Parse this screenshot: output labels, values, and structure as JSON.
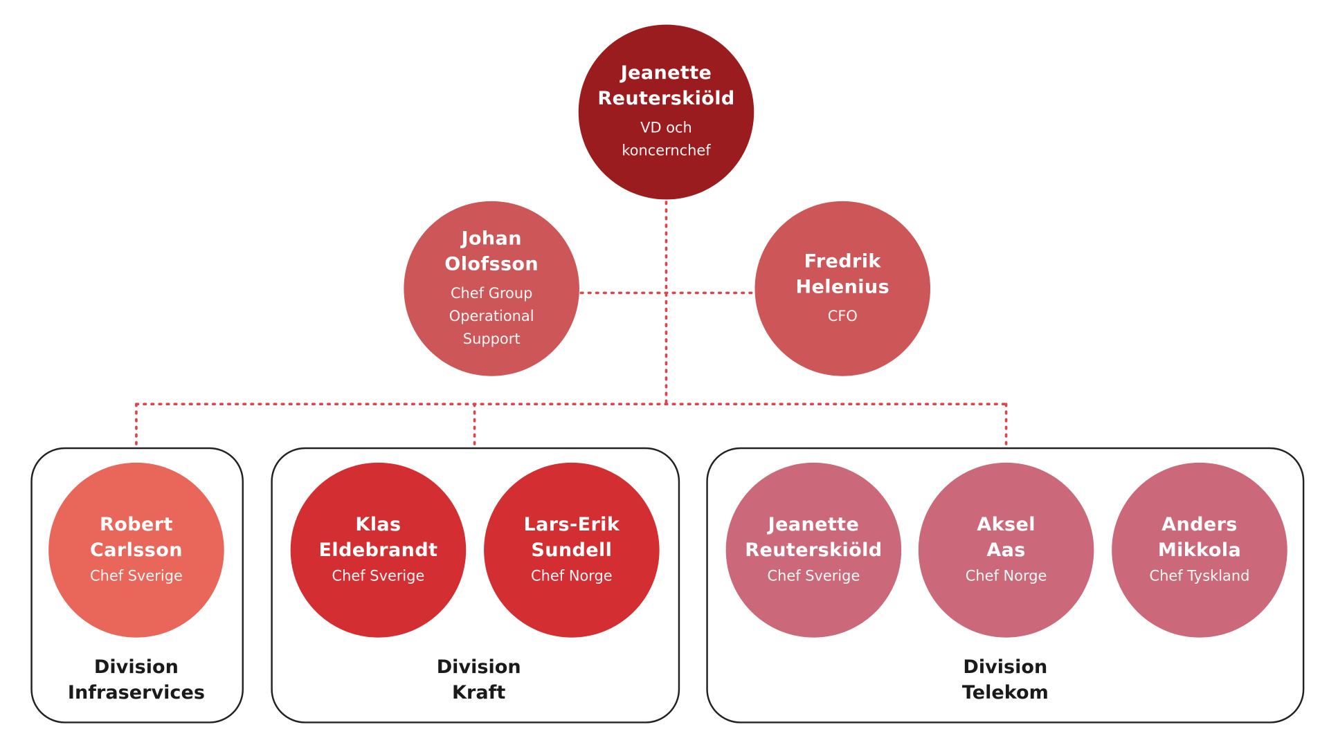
{
  "colors": {
    "ceo": "#9b1c1f",
    "executives": "#cd5658",
    "infraservices": "#e8665a",
    "kraft": "#d32f33",
    "telekom": "#cb697b",
    "connector": "#d9464d",
    "box_border": "#222222"
  },
  "ceo": {
    "name": "Jeanette Reuterskiöld",
    "role": "VD och koncernchef"
  },
  "executives": [
    {
      "name": "Johan Olofsson",
      "role": "Chef Group Operational Support"
    },
    {
      "name": "Fredrik Helenius",
      "role": "CFO"
    }
  ],
  "divisions": [
    {
      "label": "Division Infraservices",
      "members": [
        {
          "name": "Robert Carlsson",
          "role": "Chef Sverige"
        }
      ]
    },
    {
      "label": "Division Kraft",
      "members": [
        {
          "name": "Klas Eldebrandt",
          "role": "Chef Sverige"
        },
        {
          "name": "Lars-Erik Sundell",
          "role": "Chef Norge"
        }
      ]
    },
    {
      "label": "Division Telekom",
      "members": [
        {
          "name": "Jeanette Reuterskiöld",
          "role": "Chef Sverige"
        },
        {
          "name": "Aksel Aas",
          "role": "Chef Norge"
        },
        {
          "name": "Anders Mikkola",
          "role": "Chef Tyskland"
        }
      ]
    }
  ]
}
